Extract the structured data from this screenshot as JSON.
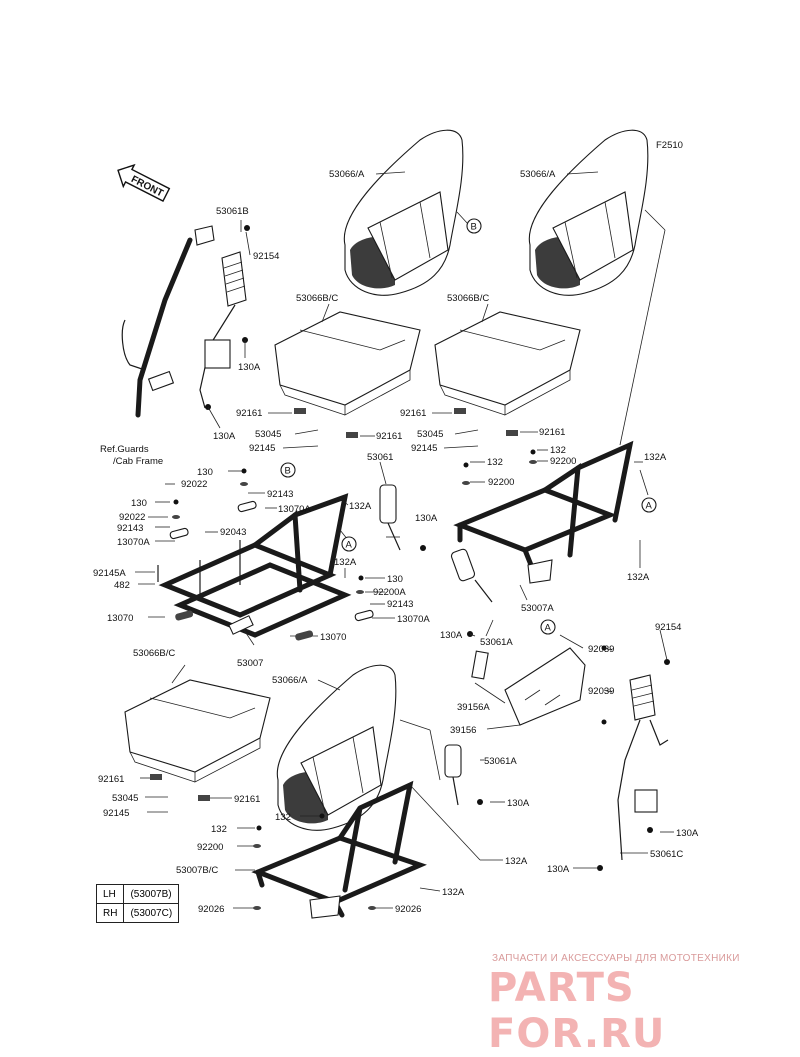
{
  "front_label": "FRONT",
  "figure_code": "F2510",
  "callouts": {
    "c53066A_top_mid": "53066/A",
    "c53066A_top_right": "53066/A",
    "c53066A_lower": "53066/A",
    "c53066BC_mid": "53066B/C",
    "c53066BC_right": "53066B/C",
    "c53066BC_lower": "53066B/C",
    "c53061B": "53061B",
    "c92154_left": "92154",
    "c92154_right": "92154",
    "c130A_1": "130A",
    "c130A_2": "130A",
    "c130A_3": "130A",
    "c130A_4": "130A",
    "c130A_5": "130A",
    "c130A_6": "130A",
    "c130A_7": "130A",
    "ref_guards": "Ref.Guards",
    "cab_frame": "/Cab Frame",
    "c92161_1": "92161",
    "c92161_2": "92161",
    "c92161_3": "92161",
    "c92161_4": "92161",
    "c92161_5": "92161",
    "c92161_6": "92161",
    "c53045_1": "53045",
    "c53045_2": "53045",
    "c53045_3": "53045",
    "c92145_1": "92145",
    "c92145_2": "92145",
    "c92145_3": "92145",
    "c132_1": "132",
    "c132_2": "132",
    "c132_3": "132",
    "c132_4": "132",
    "c132A_1": "132A",
    "c132A_2": "132A",
    "c132A_3": "132A",
    "c132A_4": "132A",
    "c132A_5": "132A",
    "c132A_6": "132A",
    "c92200_1": "92200",
    "c92200_2": "92200",
    "c92200_3": "92200",
    "c92200A": "92200A",
    "c130_1": "130",
    "c130_2": "130",
    "c130_3": "130",
    "c92022_1": "92022",
    "c92022_2": "92022",
    "c92143_1": "92143",
    "c92143_2": "92143",
    "c92143_3": "92143",
    "c13070A_1": "13070A",
    "c13070A_2": "13070A",
    "c13070A_3": "13070A",
    "c92043": "92043",
    "c92145A": "92145A",
    "c482": "482",
    "c13070_1": "13070",
    "c13070_2": "13070",
    "c53007": "53007",
    "c53007A": "53007A",
    "c53007BC": "53007B/C",
    "c53061": "53061",
    "c53061A_1": "53061A",
    "c53061A_2": "53061A",
    "c53061C": "53061C",
    "c92039_1": "92039",
    "c92039_2": "92039",
    "c39156A": "39156A",
    "c39156": "39156",
    "c92026_1": "92026",
    "c92026_2": "92026",
    "marker_A": "A",
    "marker_B": "B"
  },
  "legend": [
    {
      "side": "LH",
      "part": "(53007B)"
    },
    {
      "side": "RH",
      "part": "(53007C)"
    }
  ],
  "watermark": {
    "line1": "ЗАПЧАСТИ И АКСЕССУАРЫ ДЛЯ МОТОТЕХНИКИ",
    "logo": "PARTS FOR.RU"
  }
}
